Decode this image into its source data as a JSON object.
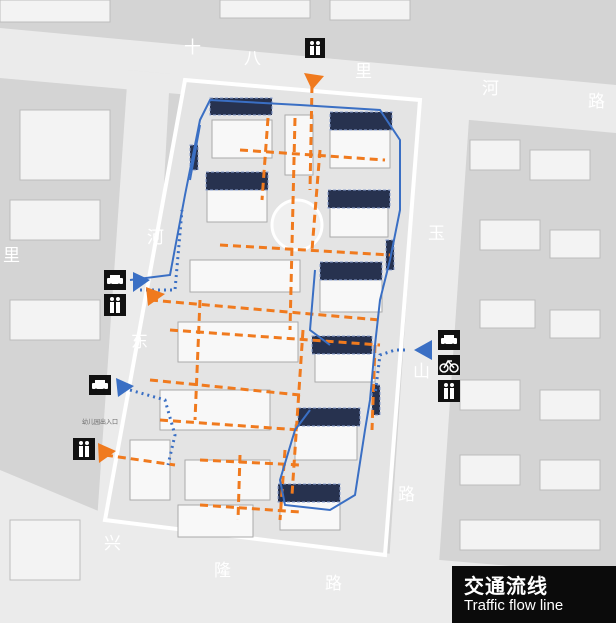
{
  "roads": {
    "north": [
      "十",
      "八",
      "里",
      "河",
      "路"
    ],
    "west": [
      "河",
      "东",
      "里"
    ],
    "east": [
      "玉",
      "山",
      "路"
    ],
    "south": [
      "兴",
      "隆",
      "路"
    ]
  },
  "entrance_label": "幼儿园出入口",
  "legend": {
    "title": "交通流线",
    "subtitle": "Traffic flow line"
  },
  "colors": {
    "pedestrian_flow": "#f07a1e",
    "vehicle_flow": "#3a6fc4",
    "parking": "#27324f",
    "legend_bg": "#0b0b0b"
  },
  "icons": [
    "pedestrian-icon-north",
    "car-icon-west",
    "pedestrian-icon-west",
    "car-icon-west-lower",
    "pedestrian-icon-southwest",
    "car-icon-east",
    "bicycle-icon-east",
    "pedestrian-icon-east"
  ]
}
